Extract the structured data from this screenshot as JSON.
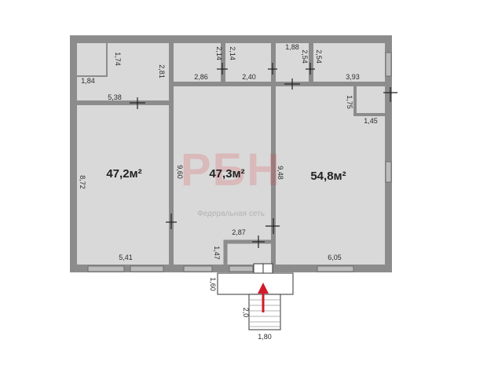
{
  "colors": {
    "wall": "#8c8c8c",
    "room": "#d9d9d9",
    "window": "#bcbcbc",
    "arrow": "#d11a2a",
    "watermark": "#e0303a"
  },
  "rooms": {
    "room_left": {
      "area": "47,2м²",
      "height": "8,72",
      "width": "5,41"
    },
    "room_middle": {
      "area": "47,3м²",
      "height": "9,60",
      "width": "2,87",
      "step": "1,47"
    },
    "room_right": {
      "area": "54,8м²",
      "height": "9,48",
      "width": "6,05"
    }
  },
  "dimensions": {
    "top_left_a": "1,74",
    "top_left_b": "1,84",
    "top_left_c": "2,81",
    "top_left_width": "5,38",
    "mid_a_h": "2,14",
    "mid_a_w": "2,86",
    "mid_b_h": "2,14",
    "mid_b_w": "2,40",
    "right_a_w": "1,88",
    "right_a_h": "2,54",
    "right_b_h": "2,54",
    "right_b_w": "3,93",
    "closet_h": "1,75",
    "closet_w": "1,45",
    "porch_h": "1,60",
    "stair_h": "2,0",
    "stair_w": "1,80"
  },
  "watermark": {
    "logo": "РБН",
    "text": "Федеральная  сеть"
  },
  "icons": {
    "entrance": "up-arrow-icon"
  }
}
